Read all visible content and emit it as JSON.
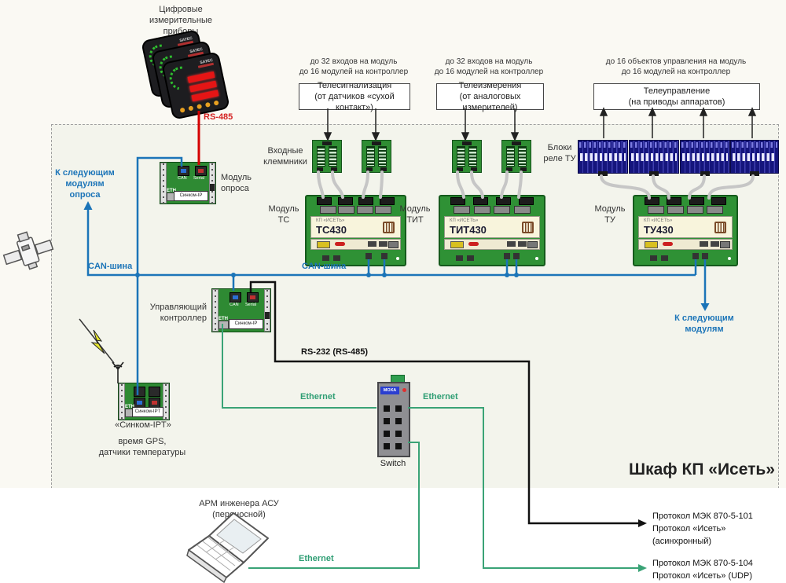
{
  "colors": {
    "accent_blue": "#1b74b8",
    "accent_green": "#3aa376",
    "accent_red": "#d42222",
    "line_black": "#111111",
    "module_green": "#2f9135",
    "relay_blue": "#15157c",
    "cabinet_bg": "#f3f4ec"
  },
  "cabinet": {
    "title": "Шкаф КП «Исеть»"
  },
  "instruments": {
    "caption": "Цифровые\nизмерительные\nприборы",
    "brand": "SATEC",
    "line_label": "RS-485"
  },
  "signals": {
    "ts": {
      "note": "до 32 входов на модуль\nдо 16 модулей на контроллер",
      "box": "Телесигнализация\n(от датчиков «сухой контакт»)"
    },
    "ti": {
      "note": "до 32 входов на модуль\nдо 16 модулей на контроллер",
      "box": "Телеизмерения\n(от аналоговых измерителей)"
    },
    "tu": {
      "note": "до 16 объектов управления на модуль\nдо 16 модулей на контроллер",
      "box": "Телеуправление\n(на приводы аппаратов)"
    }
  },
  "labels": {
    "input_terminals": "Входные\nклеммники",
    "relay_blocks": "Блоки\nреле ТУ",
    "can_bus": "CAN-шина",
    "next_polling": "К следующим\nмодулям\nопроса",
    "next_modules": "К следующим\nмодулям",
    "rs232": "RS-232 (RS-485)",
    "ethernet": "Ethernet",
    "switch": "Switch",
    "moxa": "MOXA"
  },
  "boards": {
    "ports": {
      "can": "CAN",
      "serial": "Serial",
      "eth": "ETH"
    },
    "polling": {
      "caption": "Модуль\nопроса",
      "sticker": "Синком-IP"
    },
    "controller": {
      "caption": "Управляющий\nконтроллер",
      "sticker": "Синком-IP"
    },
    "ipt": {
      "caption": "«Синком-IPT»",
      "sticker": "Синком-IPT",
      "desc": "время GPS,\nдатчики температуры"
    }
  },
  "modules": [
    {
      "caption": "Модуль\nТС",
      "name": "ТС430",
      "brand": "КП «ИСЕТЬ»"
    },
    {
      "caption": "Модуль\nТИТ",
      "name": "ТИТ430",
      "brand": "КП «ИСЕТЬ»"
    },
    {
      "caption": "Модуль\nТУ",
      "name": "ТУ430",
      "brand": "КП «ИСЕТЬ»"
    }
  ],
  "arm": {
    "caption": "АРМ инженера АСУ\n(переносной)"
  },
  "protocols": {
    "serial": "Протокол МЭК 870-5-101\nПротокол «Исеть» (асинхронный)",
    "udp": "Протокол МЭК 870-5-104\nПротокол «Исеть» (UDP)"
  }
}
